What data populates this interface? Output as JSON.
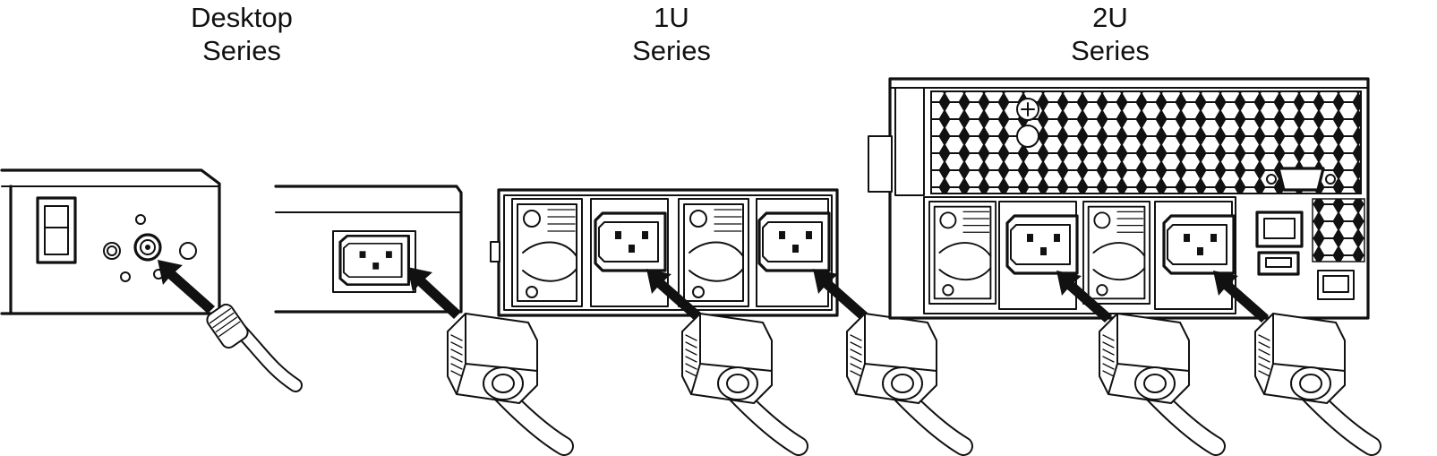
{
  "labels": {
    "desktop": {
      "line1": "Desktop",
      "line2": "Series"
    },
    "one_u": {
      "line1": "1U",
      "line2": "Series"
    },
    "two_u": {
      "line1": "2U",
      "line2": "Series"
    }
  },
  "colors": {
    "ink": "#111111",
    "background": "#ffffff"
  },
  "icons": [
    "dc-barrel-jack-icon",
    "iec-c14-inlet-icon",
    "power-plug-icon",
    "insert-arrow-icon",
    "vga-port-icon",
    "ethernet-port-icon",
    "usb-port-icon",
    "rocker-switch-icon"
  ]
}
